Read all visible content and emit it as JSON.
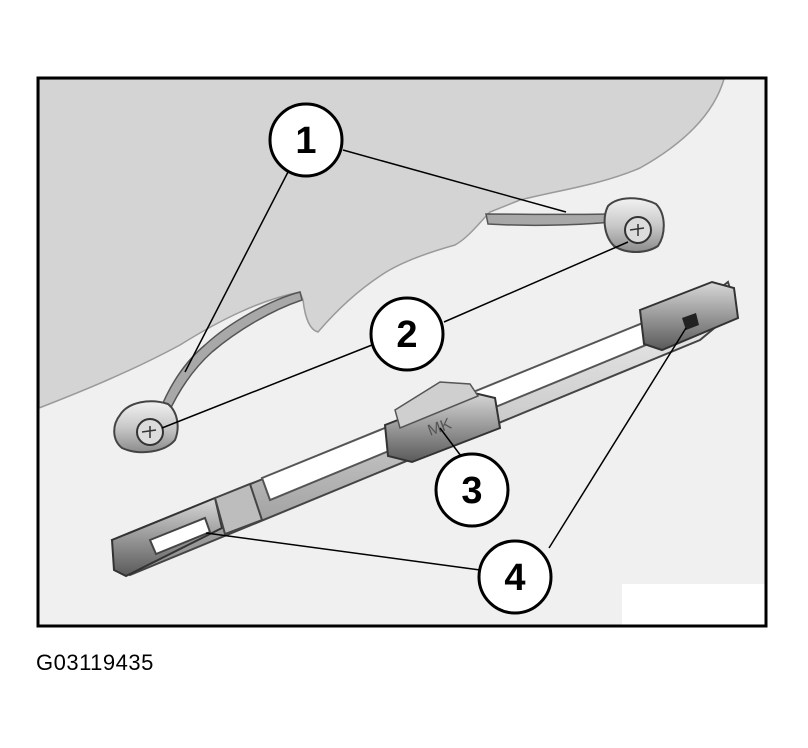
{
  "figure_code": "G03119435",
  "callouts": [
    {
      "id": "callout-1",
      "number": "1"
    },
    {
      "id": "callout-2",
      "number": "2"
    },
    {
      "id": "callout-3",
      "number": "3"
    },
    {
      "id": "callout-4",
      "number": "4"
    }
  ]
}
